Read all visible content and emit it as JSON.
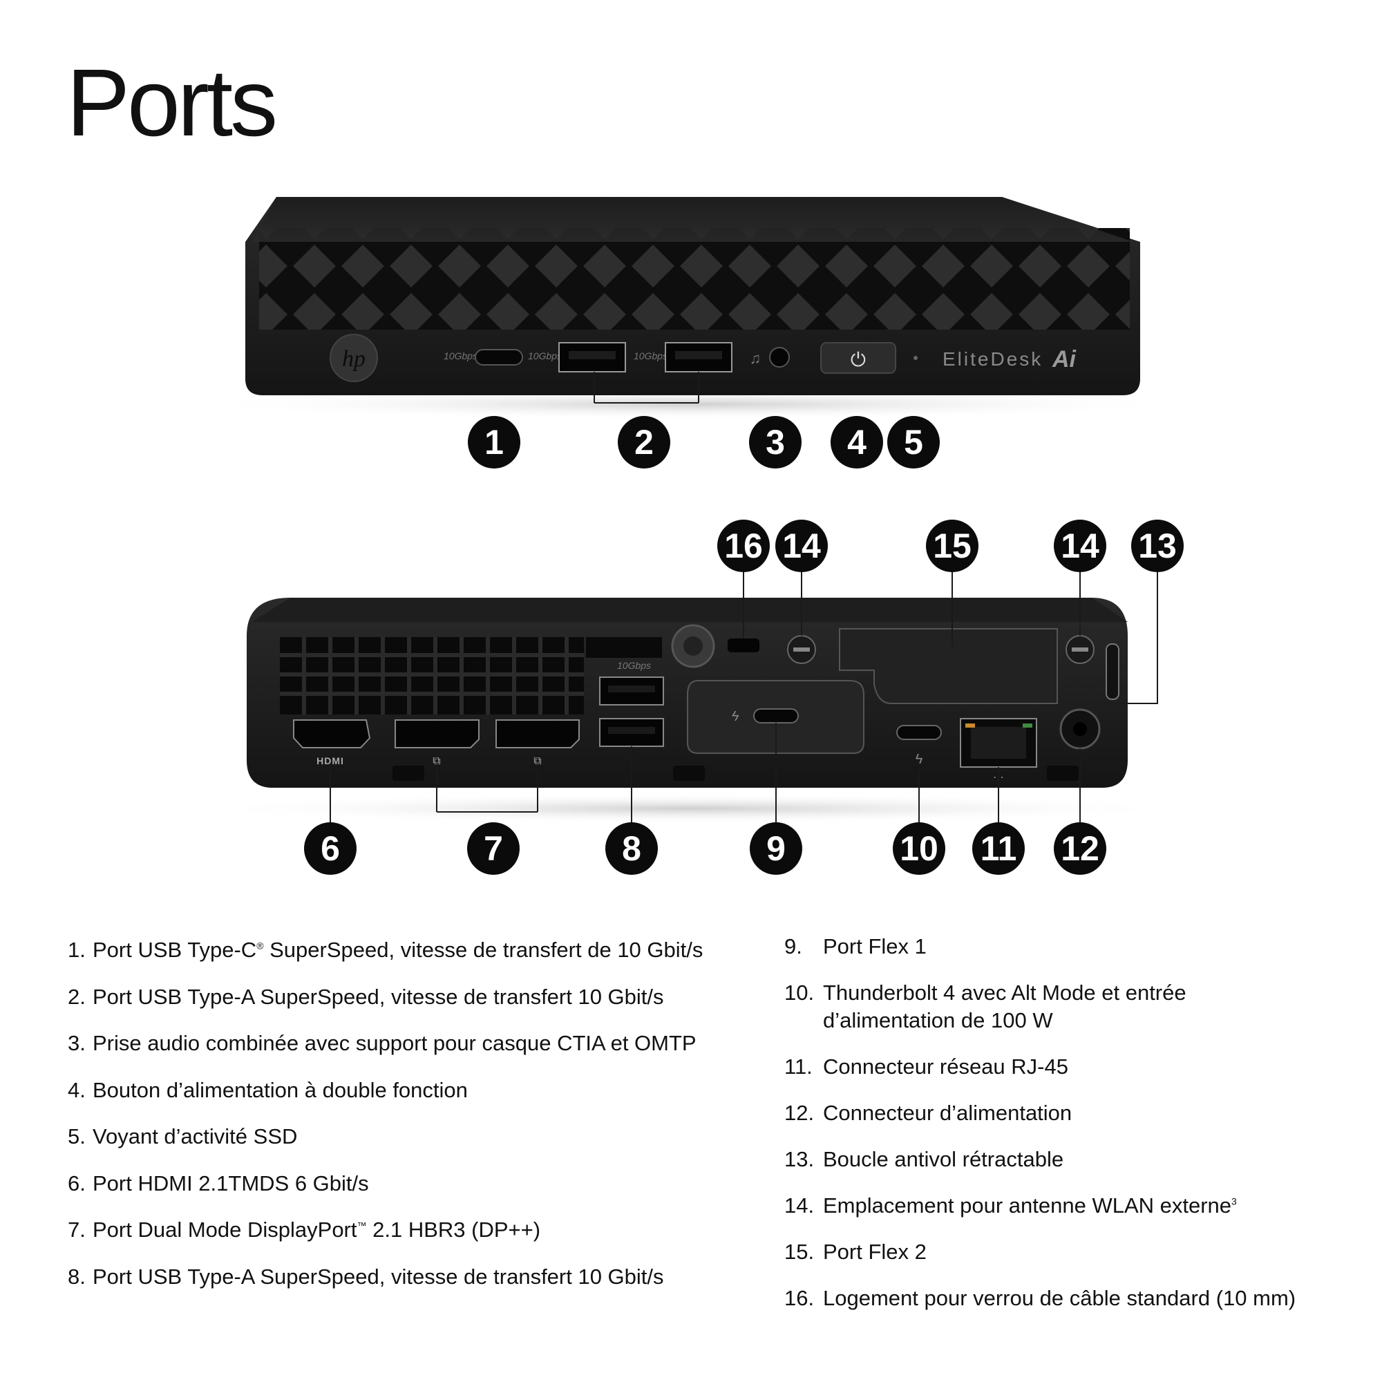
{
  "title": "Ports",
  "front_panel": {
    "brand_logo": "hp",
    "model_label": "EliteDesk",
    "ai_badge": "Ai",
    "speed_labels": [
      "10Gbps",
      "10Gbps",
      "10Gbps"
    ]
  },
  "rear_panel": {
    "hdmi_label": "HDMI",
    "usb_speed_label": "10Gbps"
  },
  "callouts": [
    "1",
    "2",
    "3",
    "4",
    "5",
    "6",
    "7",
    "8",
    "9",
    "10",
    "11",
    "12",
    "13",
    "14",
    "15",
    "16",
    "14"
  ],
  "legend": [
    {
      "num": "1.",
      "text": "Port USB Type-C",
      "sup": "®",
      "rest": " SuperSpeed, vitesse de transfert de 10 Gbit/s"
    },
    {
      "num": "2.",
      "text": "Port USB Type-A SuperSpeed, vitesse de transfert 10 Gbit/s"
    },
    {
      "num": "3.",
      "text": "Prise audio combinée avec support pour casque CTIA et OMTP"
    },
    {
      "num": "4.",
      "text": "Bouton d’alimentation à double fonction"
    },
    {
      "num": "5.",
      "text": "Voyant d’activité SSD"
    },
    {
      "num": "6.",
      "text": "Port HDMI 2.1TMDS 6 Gbit/s"
    },
    {
      "num": "7.",
      "text": "Port Dual Mode DisplayPort",
      "sup": "™",
      "rest": " 2.1 HBR3 (DP++)"
    },
    {
      "num": "8.",
      "text": "Port USB Type-A SuperSpeed, vitesse de transfert 10 Gbit/s"
    },
    {
      "num": "9.",
      "text": "Port Flex 1"
    },
    {
      "num": "10.",
      "text": "Thunderbolt 4 avec Alt Mode et entrée d’alimentation de 100 W"
    },
    {
      "num": "11.",
      "text": "Connecteur réseau RJ-45"
    },
    {
      "num": "12.",
      "text": "Connecteur d’alimentation"
    },
    {
      "num": "13.",
      "text": "Boucle antivol rétractable"
    },
    {
      "num": "14.",
      "text": "Emplacement pour antenne WLAN externe",
      "sup": "3"
    },
    {
      "num": "15.",
      "text": "Port Flex 2"
    },
    {
      "num": "16.",
      "text": "Logement pour verrou de câble standard (10 mm)"
    }
  ]
}
